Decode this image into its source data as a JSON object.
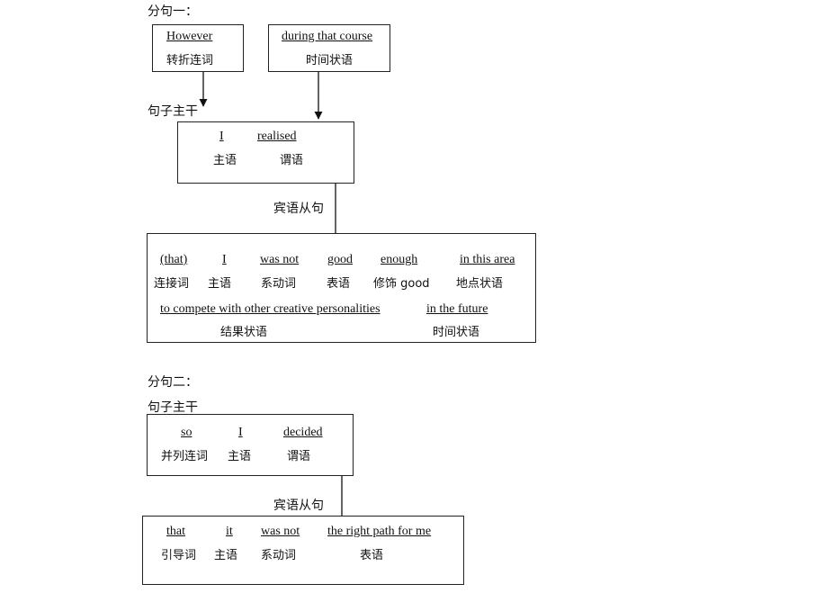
{
  "clause1": {
    "title": "分句一：",
    "modifiers": [
      {
        "text": "However",
        "role": "转折连词"
      },
      {
        "text": "during that course",
        "role": "时间状语"
      }
    ],
    "main": {
      "label": "句子主干",
      "words": [
        {
          "text": "I",
          "role": "主语"
        },
        {
          "text": "realised",
          "role": "谓语"
        }
      ]
    },
    "object_clause": {
      "label": "宾语从句",
      "line1": [
        {
          "text": "(that)",
          "role": "连接词"
        },
        {
          "text": "I",
          "role": "主语"
        },
        {
          "text": "was not",
          "role": "系动词"
        },
        {
          "text": "good",
          "role": "表语"
        },
        {
          "text": "enough",
          "role": "修饰 good"
        },
        {
          "text": "in this area",
          "role": "地点状语"
        }
      ],
      "line2": [
        {
          "text": "to compete with other creative personalities",
          "role": "结果状语"
        },
        {
          "text": "in the future",
          "role": "时间状语"
        }
      ]
    }
  },
  "clause2": {
    "title": "分句二：",
    "main": {
      "label": "句子主干",
      "words": [
        {
          "text": "so",
          "role": "并列连词"
        },
        {
          "text": "I",
          "role": "主语"
        },
        {
          "text": "decided",
          "role": "谓语"
        }
      ]
    },
    "object_clause": {
      "label": "宾语从句",
      "words": [
        {
          "text": "that",
          "role": "引导词"
        },
        {
          "text": "it",
          "role": "主语"
        },
        {
          "text": "was not",
          "role": "系动词"
        },
        {
          "text": "the right path for me",
          "role": "表语"
        }
      ]
    }
  }
}
